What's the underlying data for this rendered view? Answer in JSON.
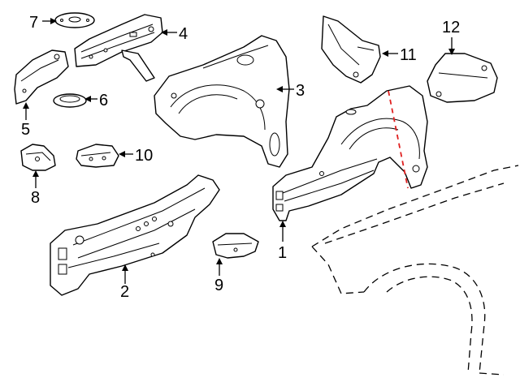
{
  "diagram": {
    "callouts": {
      "c1": "1",
      "c2": "2",
      "c3": "3",
      "c4": "4",
      "c5": "5",
      "c6": "6",
      "c7": "7",
      "c8": "8",
      "c9": "9",
      "c10": "10",
      "c11": "11",
      "c12": "12"
    },
    "colors": {
      "line": "#000000",
      "background": "#ffffff",
      "cut_line": "#e02020"
    }
  }
}
